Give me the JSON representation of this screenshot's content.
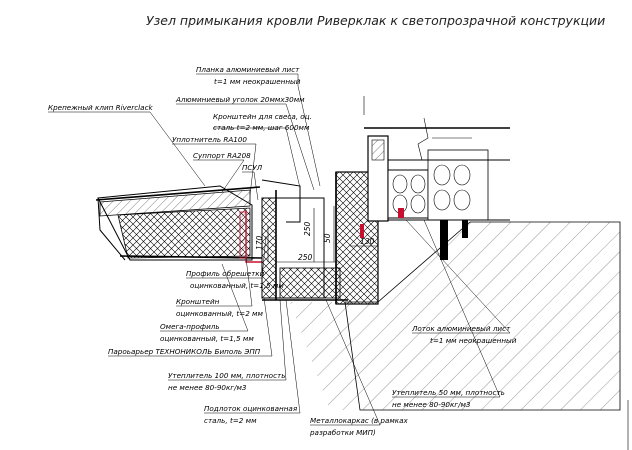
{
  "title": "Узел примыкания кровли Риверклак к светопрозрачной конструкции",
  "labels": {
    "planka_1": "Планка алюминиевый лист",
    "planka_2": "t=1 мм неокрашенный",
    "ugolok": "Алюминиевый уголок 20ммx30мм",
    "krepezh": "Крепежный клип Riverclack",
    "kronshtein_sves_1": "Кронштейн для свеса, оц.",
    "kronshtein_sves_2": "сталь t=2 мм, шаг 600мм",
    "uplotnitel": "Уплотнитель RA100",
    "support": "Суппорт RA208",
    "psul": "ПСУЛ",
    "obreshetka_1": "Профиль обрешетки",
    "obreshetka_2": "оцинкованный, t=1,5 мм",
    "kronshtein_1": "Кронштейн",
    "kronshtein_2": "оцинкованный, t=2 мм",
    "omega_1": "Омега-профиль",
    "omega_2": "оцинкованный, t=1,5 мм",
    "parobarier": "Пароьарьер ТЕХНОНИКОЛЬ Биполь ЭПП",
    "uteplitel100_1": "Утеплитель 100 мм, плотность",
    "uteplitel100_2": "не менее 80-90кг/м3",
    "podlozhok_1": "Подлоток оцинкованная",
    "podlozhok_2": "сталь, t=2 мм",
    "metallokarkas_1": "Металлокаркас (в рамках",
    "metallokarkas_2": "разработки МИП)",
    "lotok_1": "Лоток алюминиевый лист",
    "lotok_2": "t=1 мм неокрашенный",
    "uteplitel50_1": "Утеплитель 50 мм, плотность",
    "uteplitel50_2": "не менее 80-90кг/м3"
  },
  "dimensions": {
    "d170": "170",
    "d250": "250",
    "d250v": "250",
    "d50": "50",
    "d130": "130"
  },
  "colors": {
    "line": "#000000",
    "accent_red": "#c8102e",
    "background": "#ffffff"
  }
}
